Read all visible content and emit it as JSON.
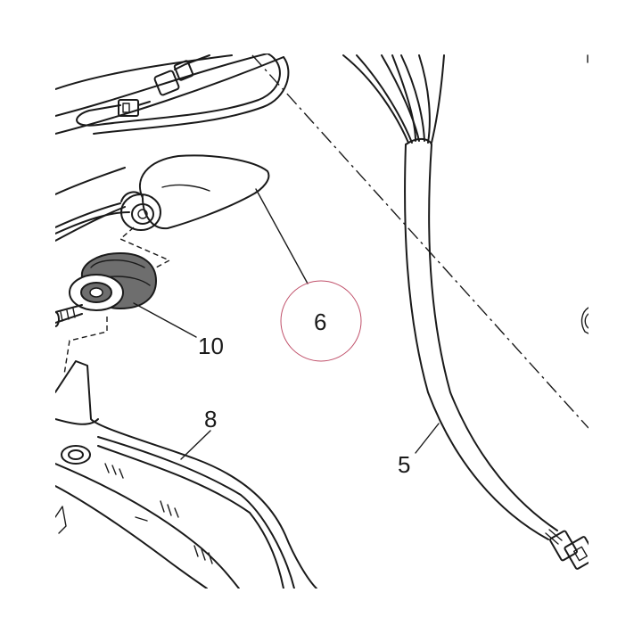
{
  "callouts": {
    "c5": "5",
    "c6": "6",
    "c8": "8",
    "c10": "10"
  },
  "colors": {
    "line": "#1a1a1a",
    "highlight_circle": "#c0506a",
    "grommet": "#6e6e6e"
  }
}
